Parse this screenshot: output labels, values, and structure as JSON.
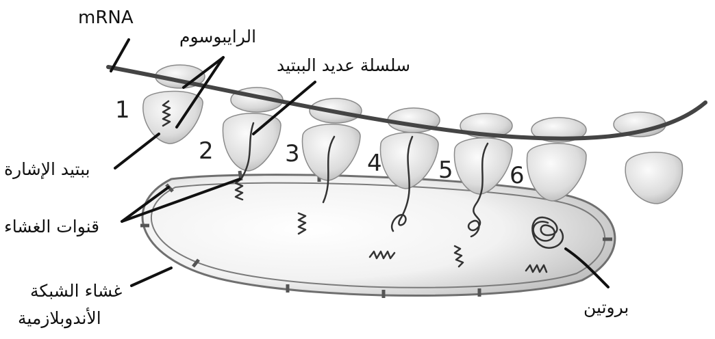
{
  "labels": {
    "mrna": "mRNA",
    "ribosome": "الرايبوسوم",
    "polypeptide": "سلسلة عديد الببتيد",
    "signal_peptide": "ببتيد الإشارة",
    "membrane_channels": "قنوات الغشاء",
    "er_membrane_line1": "غشاء الشبكة",
    "er_membrane_line2": "الأندوبلازمية",
    "protein": "بروتين"
  },
  "steps": [
    "1",
    "2",
    "3",
    "4",
    "5",
    "6"
  ]
}
